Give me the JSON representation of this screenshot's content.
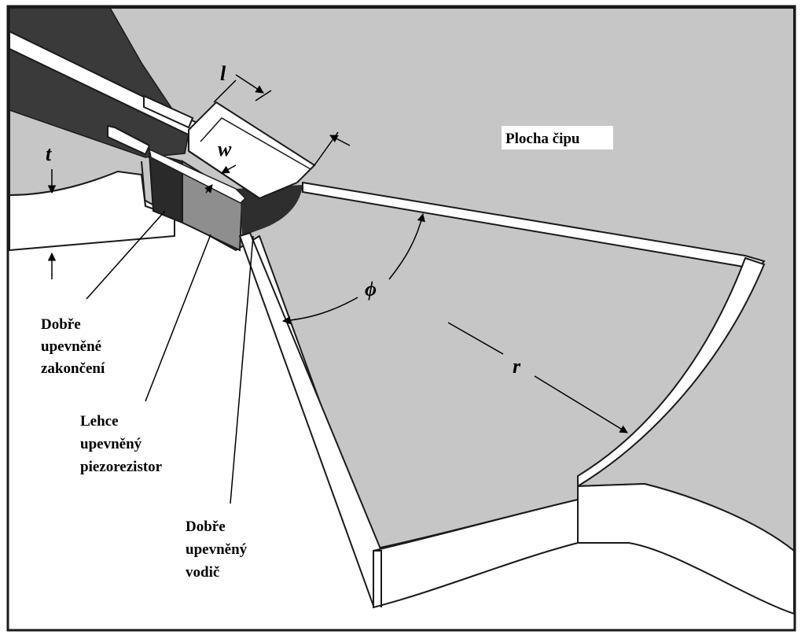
{
  "chip_area_label": "Plocha čipu",
  "labels": {
    "fixed_end": [
      "Dobře",
      "upevněné",
      "zakončení"
    ],
    "piezoresistor": [
      "Lehce",
      "upevněný",
      "piezorezistor"
    ],
    "conductor": [
      "Dobře",
      "upevněný",
      "vodič"
    ]
  },
  "symbols": {
    "length": "l",
    "width": "w",
    "thickness": "t",
    "angle": "ϕ",
    "radius": "r"
  },
  "colors": {
    "chip": "#c6c6c6",
    "edge": "#1a1a1a",
    "shadow": "#3a3a3a",
    "resistor": "#8e8e8e",
    "face": "#ffffff"
  }
}
